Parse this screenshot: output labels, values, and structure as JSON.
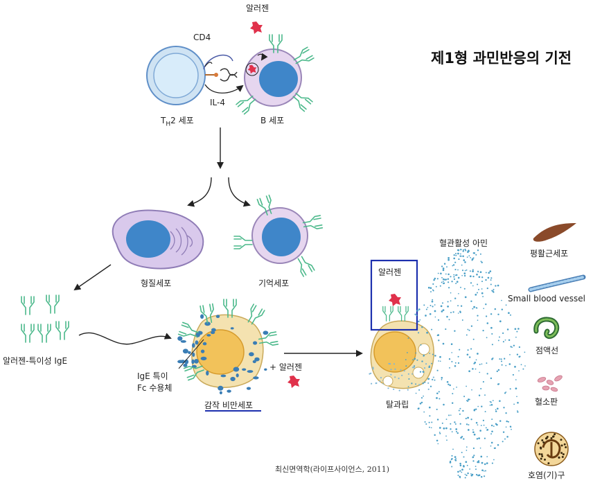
{
  "title": "제1형 과민반응의 기전",
  "labels": {
    "allergen_top": "알러젠",
    "cd4": "CD4",
    "il4": "IL-4",
    "th2_main": "T",
    "th2_sub": "H",
    "th2_rest": "2 세포",
    "bcell": "B 세포",
    "plasma": "형질세포",
    "memory": "기억세포",
    "ige": "알러젠-특이성 IgE",
    "fc_line1": "IgE 특이",
    "fc_line2": "Fc 수용체",
    "sensitized": "감작 비만세포",
    "plus_allergen": "+ 알러젠",
    "allergen_box": "알러젠",
    "degranulation": "탈과립",
    "amine": "혈관활성 아민"
  },
  "legend": [
    {
      "label": "평활근세포",
      "icon": "smooth-muscle-icon"
    },
    {
      "label": "Small blood vessel",
      "icon": "blood-vessel-icon"
    },
    {
      "label": "점액선",
      "icon": "mucous-gland-icon"
    },
    {
      "label": "혈소판",
      "icon": "platelet-icon"
    },
    {
      "label": "호염(기)구",
      "icon": "basophil-icon"
    }
  ],
  "citation": "최신면역학(라이프사이언스, 2011)",
  "colors": {
    "th2_cell": "#cfe3f3",
    "cell_outline": "#5f8fc8",
    "bcell_body": "#e6d6ef",
    "nucleus_blue": "#3f86c9",
    "mast_body": "#f4e2b0",
    "mast_nucleus": "#f2c25a",
    "granule": "#3a7db5",
    "antibody": "#4ab88a",
    "allergen": "#e0314b",
    "highlight_box": "#1c2fae",
    "underline": "#1c2fae",
    "muscle": "#8a4a2a",
    "dots": "#4a9fc7"
  }
}
